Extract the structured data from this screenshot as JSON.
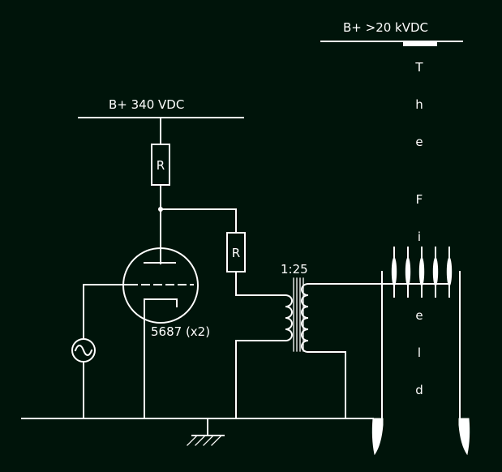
{
  "colors": {
    "background": "#00140a",
    "wire": "#ffffff"
  },
  "labels": {
    "supply_high": "B+ >20 kVDC",
    "supply_low": "B+ 340 VDC",
    "resistor_top": "R",
    "resistor_right": "R",
    "turns_ratio": "1:25",
    "tube": "5687 (x2)"
  },
  "field": {
    "letters": [
      "T",
      "h",
      "e",
      "F",
      "i",
      "e",
      "l",
      "d"
    ]
  },
  "symbols": {
    "source": "ac-source-icon",
    "ground": "ground-icon",
    "transformer": "transformer-icon",
    "tube": "triode-tube-icon",
    "probes": "needle-probe-icon"
  },
  "probe_count": 5
}
